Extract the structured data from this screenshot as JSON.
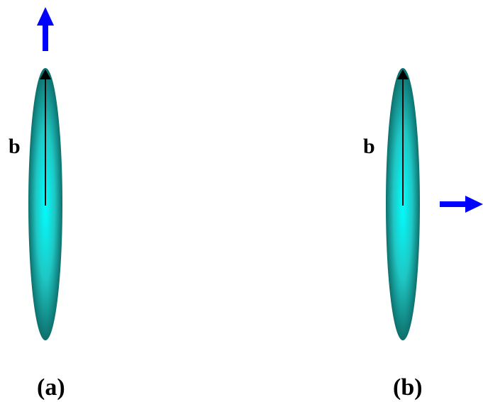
{
  "panels": [
    {
      "id": "a",
      "caption": "(a)",
      "vector_label": "b",
      "motion_direction": "up"
    },
    {
      "id": "b",
      "caption": "(b)",
      "vector_label": "b",
      "motion_direction": "right"
    }
  ],
  "colors": {
    "ellipsoid_center": "#00ffff",
    "ellipsoid_mid": "#1fc7c4",
    "ellipsoid_edge": "#0d6f6c",
    "motion_arrow": "#0000ff",
    "vector_arrow": "#000000",
    "background": "#ffffff"
  },
  "icons": {
    "body": "ellipsoid-shape",
    "vector": "vector-arrow",
    "motion": "motion-arrow"
  }
}
